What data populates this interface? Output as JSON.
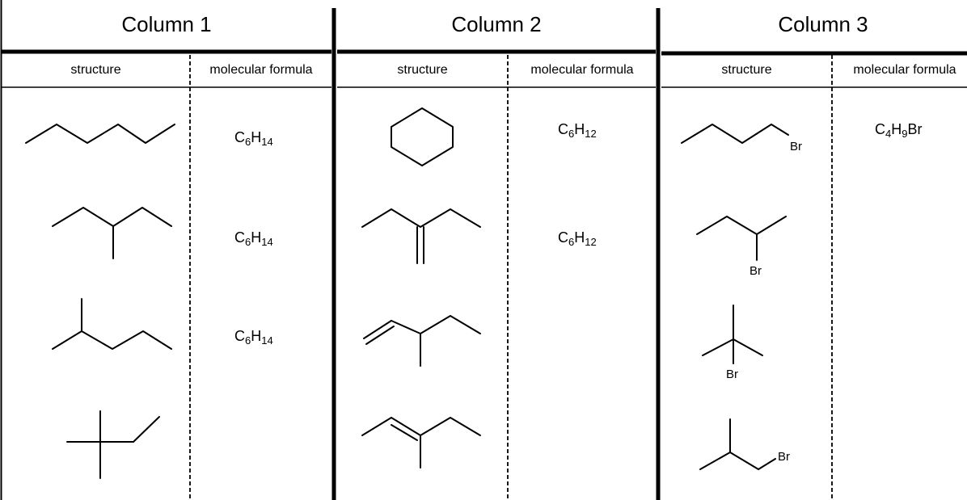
{
  "columns": [
    {
      "title": "Column 1",
      "sub_headers": {
        "structure": "structure",
        "formula": "molecular formula"
      },
      "rows": [
        {
          "structure": "n-hexane",
          "formula": {
            "c": "C",
            "c_n": "6",
            "h": "H",
            "h_n": "14",
            "tail": ""
          }
        },
        {
          "structure": "3-methylpentane",
          "formula": {
            "c": "C",
            "c_n": "6",
            "h": "H",
            "h_n": "14",
            "tail": ""
          }
        },
        {
          "structure": "2-methylpentane",
          "formula": {
            "c": "C",
            "c_n": "6",
            "h": "H",
            "h_n": "14",
            "tail": ""
          }
        },
        {
          "structure": "2,2-dimethylbutane",
          "formula": null
        }
      ]
    },
    {
      "title": "Column 2",
      "sub_headers": {
        "structure": "structure",
        "formula": "molecular formula"
      },
      "rows": [
        {
          "structure": "cyclohexane",
          "formula": {
            "c": "C",
            "c_n": "6",
            "h": "H",
            "h_n": "12",
            "tail": ""
          }
        },
        {
          "structure": "2-ethyl-1-butene",
          "formula": {
            "c": "C",
            "c_n": "6",
            "h": "H",
            "h_n": "12",
            "tail": ""
          }
        },
        {
          "structure": "3-methyl-1-pentene",
          "formula": null
        },
        {
          "structure": "3-methyl-2-pentene",
          "formula": null
        }
      ]
    },
    {
      "title": "Column 3",
      "sub_headers": {
        "structure": "structure",
        "formula": "molecular formula"
      },
      "rows": [
        {
          "structure": "1-bromobutane",
          "atom_label": "Br",
          "formula": {
            "c": "C",
            "c_n": "4",
            "h": "H",
            "h_n": "9",
            "tail": "Br"
          }
        },
        {
          "structure": "2-bromobutane",
          "atom_label": "Br",
          "formula": null
        },
        {
          "structure": "2-bromo-2-methylpropane",
          "atom_label": "Br",
          "formula": null
        },
        {
          "structure": "1-bromo-2-methylpropane",
          "atom_label": "Br",
          "formula": null
        }
      ]
    }
  ]
}
